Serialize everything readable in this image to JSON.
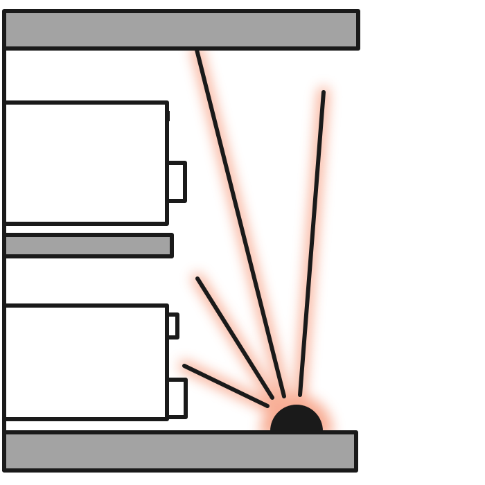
{
  "colors": {
    "shelf_fill": "#a3a3a3",
    "outline": "#1a1a1a",
    "glow": "#f26a3d",
    "background": "#ffffff"
  },
  "elements": {
    "top_shelf": "shelf",
    "middle_shelf": "shelf",
    "bottom_shelf": "shelf",
    "upper_drawer": "box",
    "lower_drawer": "box",
    "light_source": "lamp-dome",
    "rays_count": 4
  }
}
